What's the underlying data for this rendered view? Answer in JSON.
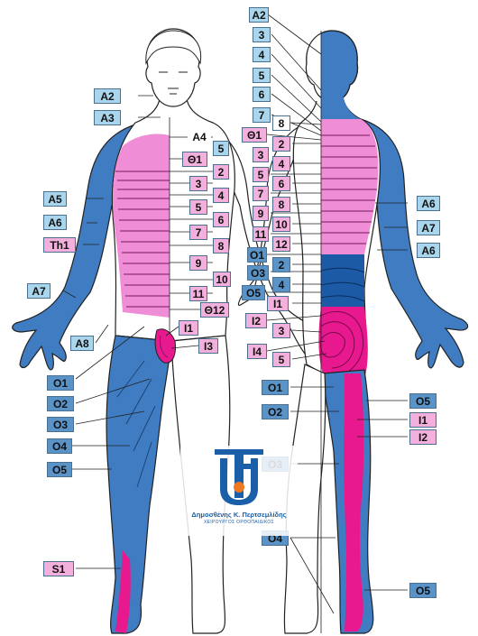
{
  "colors": {
    "blue": "#3f7cc2",
    "dark_blue": "#1d5aa6",
    "pink": "#ef8ed6",
    "magenta": "#e8188e",
    "skin": "#ffffff",
    "outline": "#222222",
    "logo_blue": "#1a5fa8",
    "logo_orange": "#f07820"
  },
  "labels": {
    "A2_top": "A2",
    "A2_front": "A2",
    "A3": "A3",
    "A4": "A4",
    "A5": "A5",
    "A6_front": "A6",
    "Th1": "Th1",
    "A7_front": "A7",
    "A8": "A8",
    "f5": "5",
    "fT1": "Θ1",
    "f2": "2",
    "f3": "3",
    "f4": "4",
    "f5b": "5",
    "f6": "6",
    "f7": "7",
    "f8": "8",
    "f9": "9",
    "f10": "10",
    "f11": "11",
    "fT12": "Θ12",
    "fI1": "I1",
    "fI3": "I3",
    "fO1": "O1",
    "fO2": "O2",
    "fO3": "O3",
    "fO4": "O4",
    "fO5": "O5",
    "fS1": "S1",
    "b3": "3",
    "b4": "4",
    "b5": "5",
    "b6": "6",
    "b7": "7",
    "b8": "8",
    "bT1": "Θ1",
    "b2": "2",
    "b3b": "3",
    "b4b": "4",
    "b5b": "5",
    "b6b": "6",
    "b7b": "7",
    "b8b": "8",
    "b9": "9",
    "b10": "10",
    "b11": "11",
    "b12": "12",
    "bO1": "O1",
    "bO2": "2",
    "bO3": "O3",
    "bO4": "4",
    "bO5": "O5",
    "bI1": "I1",
    "bI2": "I2",
    "bI3": "3",
    "bI4": "I4",
    "bI5": "5",
    "A6_back1": "A6",
    "A7_back": "A7",
    "A6_back2": "A6",
    "lO1": "O1",
    "lO2": "O2",
    "lO3": "O3",
    "lO4": "O4",
    "lO5": "O5",
    "lO5b": "O5",
    "lI1": "I1",
    "lI2": "I2"
  },
  "logo": {
    "name": "Δημοσθένης Κ. Περτσεμλίδης",
    "subtitle": "ΧΕΙΡΟΥΡΓΟΣ ΟΡΘΟΠΑΙΔΙΚΟΣ"
  }
}
